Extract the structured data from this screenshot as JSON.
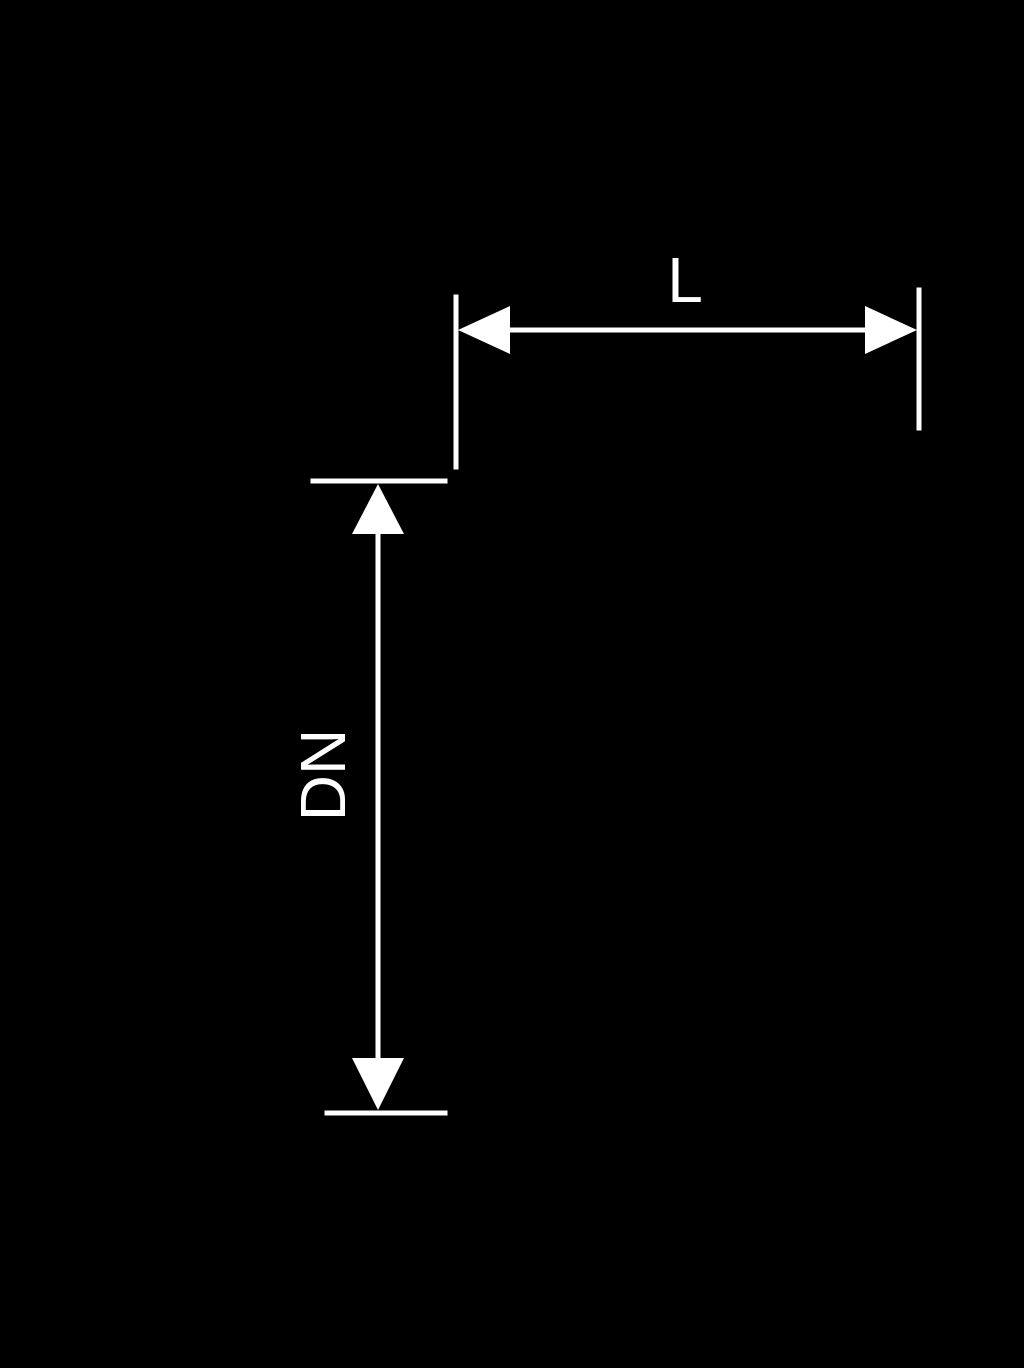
{
  "diagram": {
    "background_color": "#000000",
    "line_color": "#ffffff",
    "dimensions": [
      {
        "id": "length",
        "label": "L",
        "orientation": "horizontal"
      },
      {
        "id": "nominal-diameter",
        "label": "DN",
        "orientation": "vertical"
      }
    ]
  }
}
